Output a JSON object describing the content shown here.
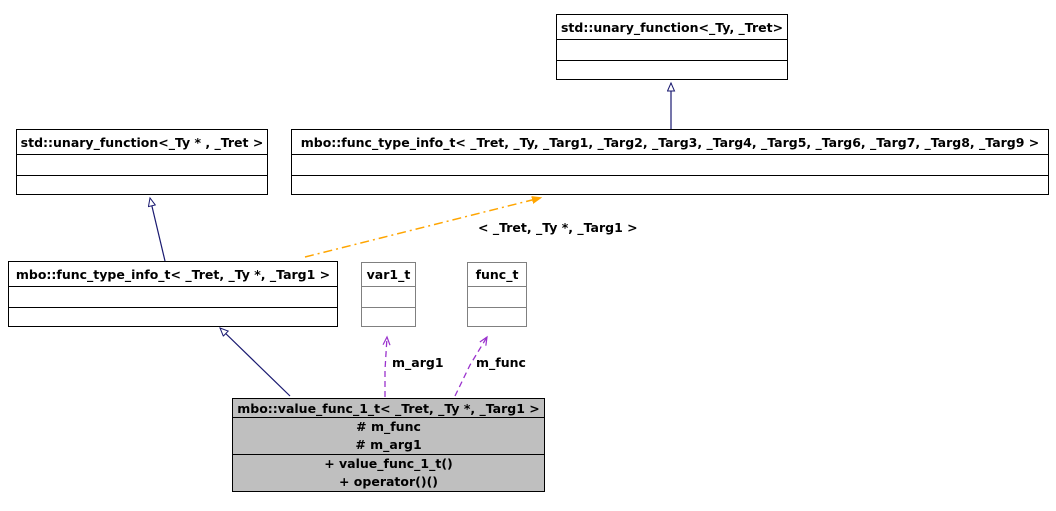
{
  "diagram": {
    "type": "uml-class-inheritance-collaboration",
    "background": "#ffffff",
    "colors": {
      "node_border": "#000000",
      "node_light_border": "#808080",
      "node_fill": "#ffffff",
      "highlight_fill": "#bfbfbf",
      "inheritance_edge": "#191970",
      "usage_edge": "#9a32cd",
      "template_edge": "#ffa500"
    },
    "nodes": [
      {
        "id": "std_unary_function_ty_tret",
        "title": "std::unary_function<_Ty, _Tret>",
        "attributes": [],
        "operations": [],
        "highlighted": false,
        "light_border": false
      },
      {
        "id": "std_unary_function_typtr_tret",
        "title": "std::unary_function<_Ty * , _Tret >",
        "attributes": [],
        "operations": [],
        "highlighted": false,
        "light_border": false
      },
      {
        "id": "mbo_func_type_info_t_full",
        "title": "mbo::func_type_info_t< _Tret, _Ty, _Targ1, _Targ2, _Targ3, _Targ4, _Targ5, _Targ6, _Targ7, _Targ8, _Targ9 >",
        "attributes": [],
        "operations": [],
        "highlighted": false,
        "light_border": false
      },
      {
        "id": "mbo_func_type_info_t_spec",
        "title": "mbo::func_type_info_t< _Tret, _Ty *, _Targ1 >",
        "attributes": [],
        "operations": [],
        "highlighted": false,
        "light_border": false
      },
      {
        "id": "var1_t",
        "title": "var1_t",
        "attributes": [],
        "operations": [],
        "highlighted": false,
        "light_border": true
      },
      {
        "id": "func_t",
        "title": "func_t",
        "attributes": [],
        "operations": [],
        "highlighted": false,
        "light_border": true
      },
      {
        "id": "mbo_value_func_1_t",
        "title": "mbo::value_func_1_t< _Tret, _Ty *, _Targ1 >",
        "attributes": [
          "# m_func",
          "# m_arg1"
        ],
        "operations": [
          "+ value_func_1_t()",
          "+ operator()()"
        ],
        "highlighted": true,
        "light_border": false
      }
    ],
    "edge_labels": {
      "template_binding": "< _Tret, _Ty *, _Targ1 >",
      "usage_arg1": "m_arg1",
      "usage_func": "m_func"
    }
  }
}
